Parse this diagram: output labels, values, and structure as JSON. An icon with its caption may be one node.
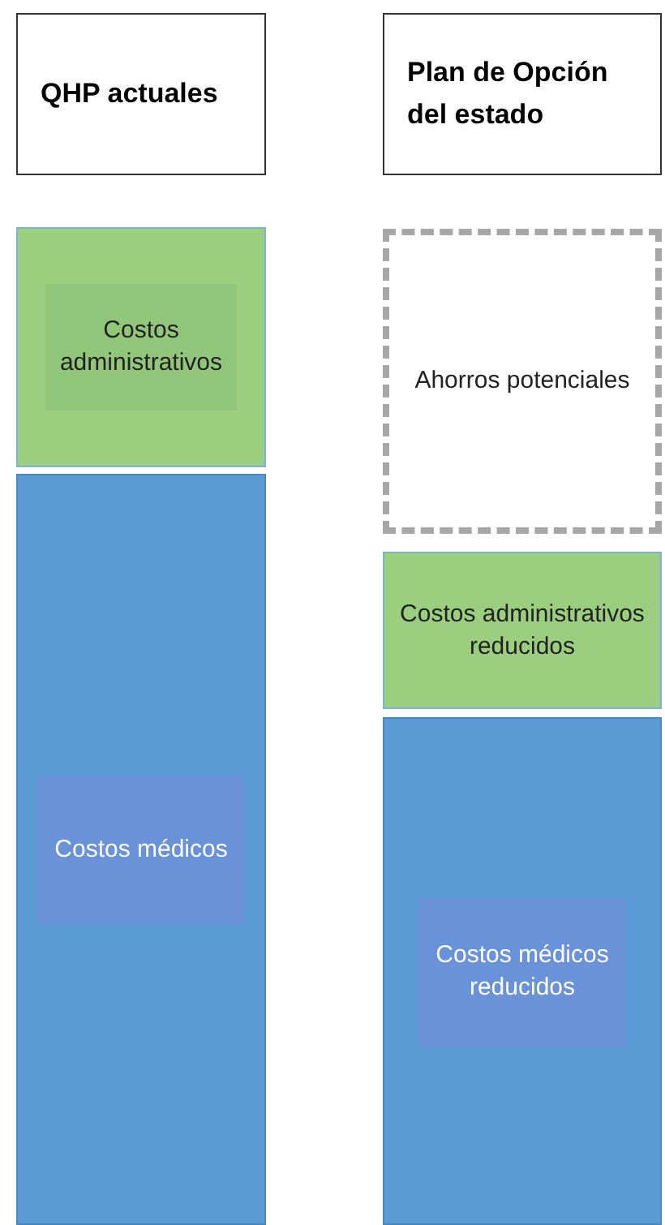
{
  "diagram": {
    "nodes": [
      {
        "text": [
          "QHP actuales"
        ]
      },
      {
        "text": [
          "Plan de Opción del estado"
        ]
      },
      {
        "text": [
          "Costos administrativos"
        ]
      },
      {
        "text": [
          "Costos médicos"
        ]
      },
      {
        "text": [
          "Ahorros potenciales"
        ]
      },
      {
        "text": [
          "Costos administrativos reducidos"
        ]
      },
      {
        "text": [
          "Costos médicos reducidos"
        ]
      }
    ]
  }
}
